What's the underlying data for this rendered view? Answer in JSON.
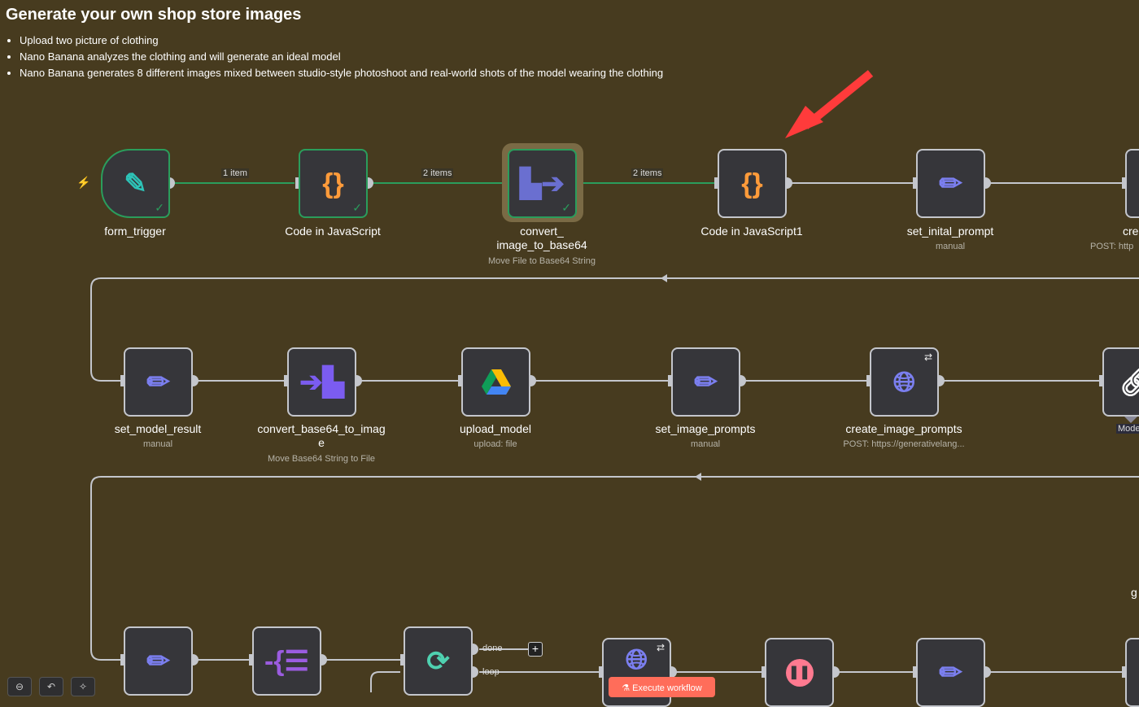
{
  "note": {
    "title": "Generate your own shop store images",
    "bullets": [
      "Upload two picture of clothing",
      "Nano Banana analyzes the clothing and will generate an ideal model",
      "Nano Banana generates 8 different images mixed between studio-style photoshoot and real-world shots of the model wearing the clothing"
    ]
  },
  "edges": {
    "e1": "1 item",
    "e2": "2 items",
    "e3": "2 items",
    "done": "done",
    "loop": "loop",
    "model": "Model"
  },
  "nodes": {
    "form_trigger": {
      "label": "form_trigger"
    },
    "code1": {
      "label": "Code in JavaScript"
    },
    "convert": {
      "label": "convert_\nimage_to_base64",
      "sub": "Move File to Base64 String"
    },
    "code2": {
      "label": "Code in JavaScript1"
    },
    "set_inital": {
      "label": "set_inital_prompt",
      "sub": "manual"
    },
    "cre": {
      "label": "cre",
      "sub": "POST: http"
    },
    "set_model": {
      "label": "set_model_result",
      "sub": "manual"
    },
    "conv_b64": {
      "label": "convert_base64_to_imag\ne",
      "sub": "Move Base64 String to File"
    },
    "upload": {
      "label": "upload_model",
      "sub": "upload: file"
    },
    "set_img": {
      "label": "set_image_prompts",
      "sub": "manual"
    },
    "create_img": {
      "label": "create_image_prompts",
      "sub": "POST: https://generativelang..."
    },
    "g": {
      "label": "g"
    }
  },
  "toolbar": {
    "execute": "Execute workflow"
  },
  "colors": {
    "accent": "#ff6d5a",
    "success": "#2a9d5c",
    "set": "#7b7ff0"
  }
}
